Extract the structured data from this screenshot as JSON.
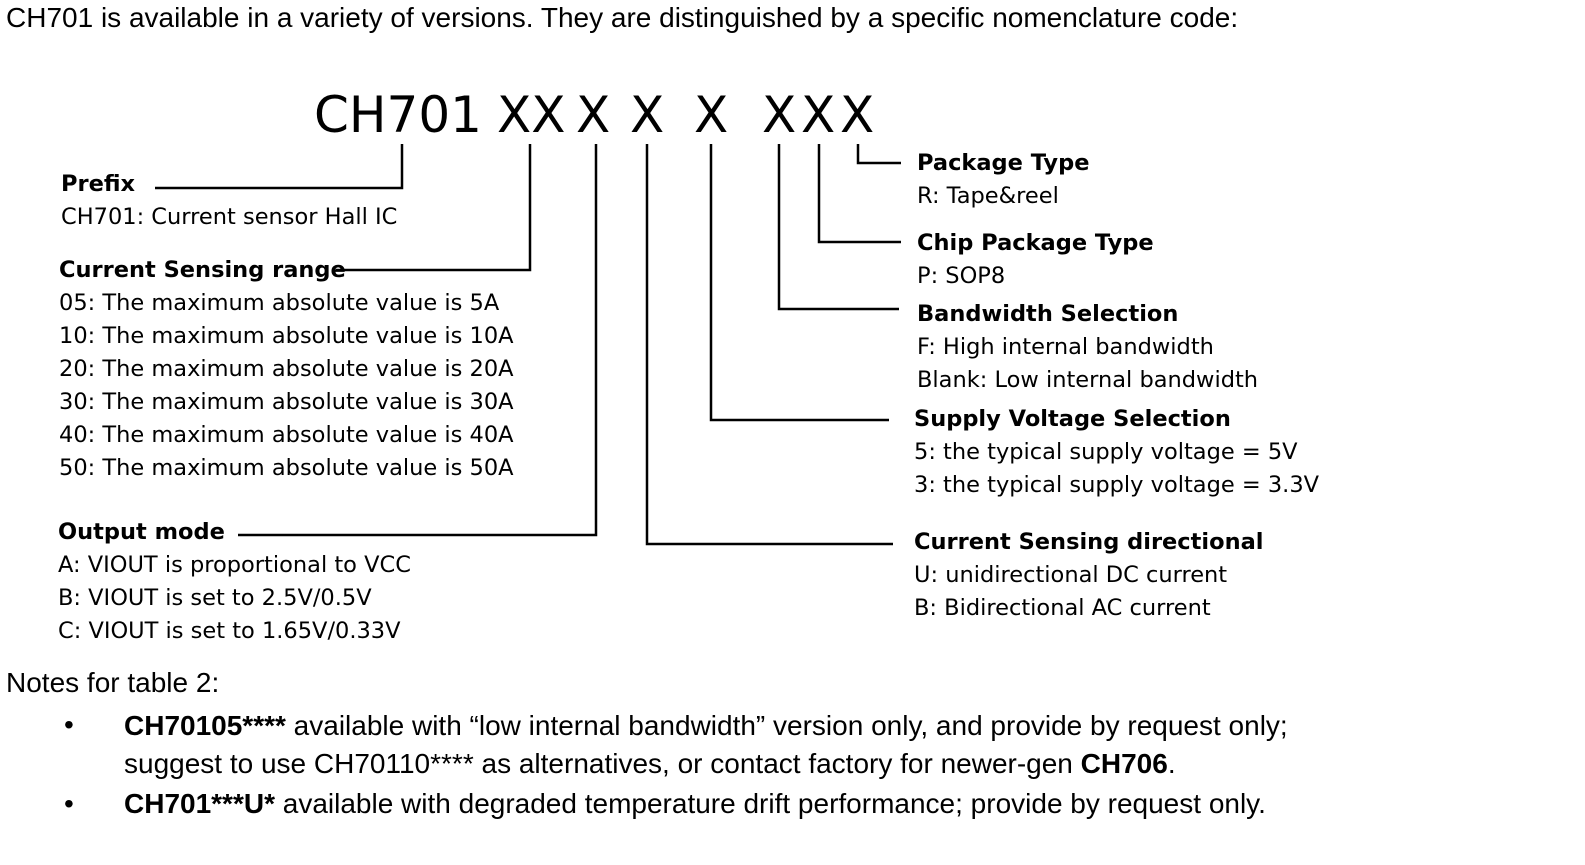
{
  "intro": "CH701 is available in a variety of versions. They are distinguished by a specific nomenclature code:",
  "code": {
    "prefix": "CH701",
    "range": "XX",
    "output": "X",
    "direction": "X",
    "voltage": "X",
    "bandwidth": "X",
    "chip_package": "X",
    "package": "X"
  },
  "fields": {
    "prefix": {
      "title": "Prefix",
      "lines": [
        "CH701: Current sensor Hall IC"
      ]
    },
    "range": {
      "title": "Current Sensing range",
      "lines": [
        "05: The maximum absolute value is 5A",
        "10: The maximum absolute value is 10A",
        "20: The maximum absolute value is 20A",
        "30: The maximum absolute value is 30A",
        "40: The maximum absolute value is 40A",
        "50: The maximum absolute value is 50A"
      ]
    },
    "output": {
      "title": "Output mode",
      "lines": [
        "A: VIOUT is proportional to VCC",
        "B: VIOUT is set to 2.5V/0.5V",
        "C: VIOUT is set to 1.65V/0.33V"
      ]
    },
    "package": {
      "title": "Package Type",
      "lines": [
        "R:  Tape&reel"
      ]
    },
    "chip_package": {
      "title": "Chip Package Type",
      "lines": [
        "P:  SOP8"
      ]
    },
    "bandwidth": {
      "title": "Bandwidth Selection",
      "lines": [
        "F:  High internal bandwidth",
        "Blank:  Low internal bandwidth"
      ]
    },
    "voltage": {
      "title": "Supply Voltage Selection",
      "lines": [
        "5:  the typical supply voltage = 5V",
        "3:  the typical supply voltage = 3.3V"
      ]
    },
    "direction": {
      "title": "Current Sensing directional",
      "lines": [
        "U: unidirectional DC current",
        "B: Bidirectional AC current"
      ]
    }
  },
  "notes": {
    "title": "Notes for table 2:",
    "bullet": "•",
    "n1": {
      "b1": "CH70105****",
      "t1": " available with “low internal bandwidth” version only, and provide by request only;",
      "t2": "suggest to use CH70110**** as alternatives, or contact factory for newer-gen ",
      "b2": "CH706",
      "t3": "."
    },
    "n2": {
      "b1": "CH701***U*",
      "t1": " available with degraded temperature drift performance; provide by request only."
    }
  }
}
